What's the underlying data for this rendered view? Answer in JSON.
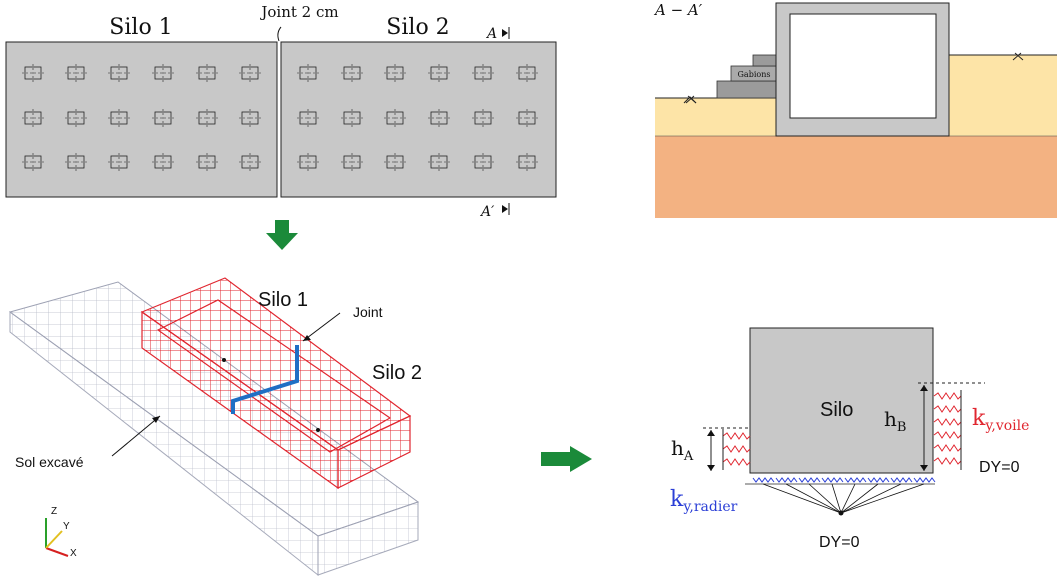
{
  "plan": {
    "silo1_label": "Silo 1",
    "silo2_label": "Silo 2",
    "joint_label": "Joint 2 cm",
    "section_top": "A",
    "section_bottom": "A′",
    "pile_rows": 3,
    "piles_per_silo_row": 6
  },
  "section": {
    "title": "A − A′",
    "gabions_label": "Gabions"
  },
  "mesh": {
    "silo1_label": "Silo 1",
    "silo2_label": "Silo 2",
    "joint_label": "Joint",
    "soil_label": "Sol excavé",
    "axis_z": "Z",
    "axis_y": "Y",
    "axis_x": "X"
  },
  "springs": {
    "silo_label": "Silo",
    "ha_main": "h",
    "ha_sub": "A",
    "hb_main": "h",
    "hb_sub": "B",
    "kvoile_main": "k",
    "kvoile_sub": "y,voile",
    "kradier_main": "k",
    "kradier_sub": "y,radier",
    "dy_right": "DY=0",
    "dy_bottom": "DY=0"
  },
  "colors": {
    "arrow_green": "#1b8a3a",
    "mesh_red": "#e0262f",
    "joint_blue": "#1f6fc4",
    "spring_red": "#e0262f",
    "spring_blue": "#2b3fd6",
    "soil_light": "#fde4a7",
    "soil_dark": "#f3b282",
    "silo_gray": "#c8c8c8"
  }
}
